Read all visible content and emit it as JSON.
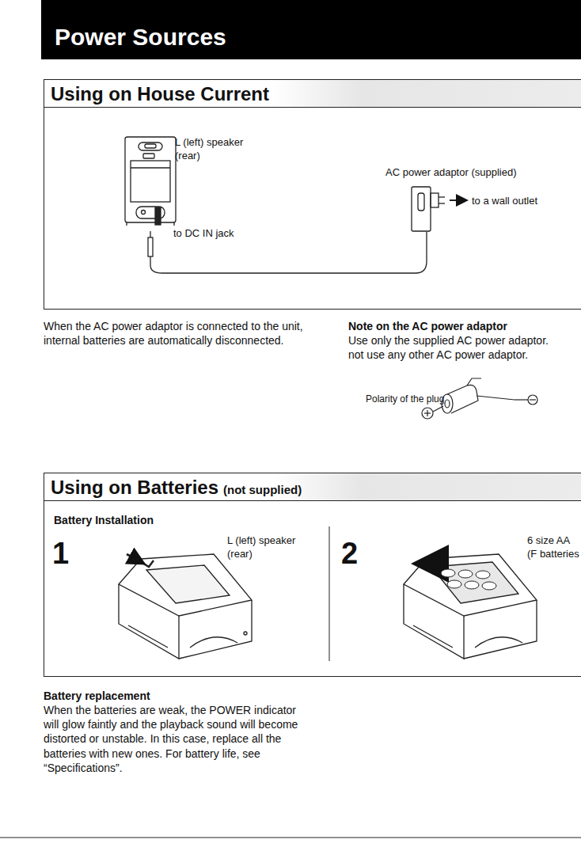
{
  "diagram": {
    "title": "Power Sources",
    "nodes": [
      {
        "text": [
          "Using on House Current"
        ]
      },
      {
        "text": [
          "Using on Batteries",
          "(not supplied)"
        ]
      }
    ],
    "labels": [
      "L (left) speaker (rear)",
      "AC power adaptor (supplied)",
      "to a wall outlet",
      "to DC IN jack",
      "When the AC power adaptor is connected to the unit, internal batteries are automatically disconnected.",
      "Note on the AC power adaptor",
      "Use only the supplied AC power adaptor. not use any other AC power adaptor.",
      "Polarity of the plug",
      "Battery Installation",
      "1",
      "L (left) speaker (rear)",
      "2",
      "6 size AA (F batteries",
      "Battery replacement",
      "When the batteries are weak, the POWER indicator will glow faintly and the playback sound will become distorted or unstable. In this case, replace all the batteries with new ones. For battery life, see “Specifications”."
    ]
  }
}
